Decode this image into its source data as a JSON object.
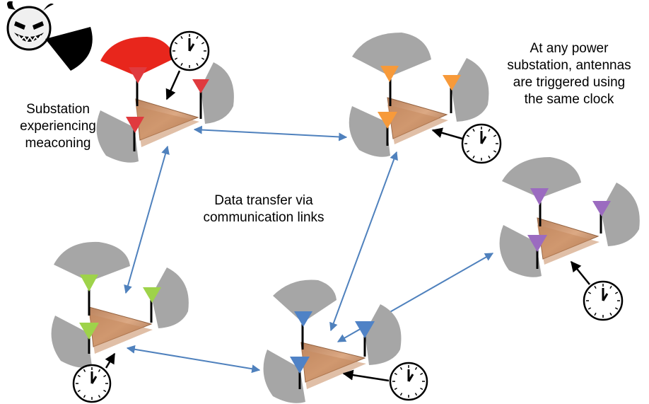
{
  "labels": {
    "meaconing": [
      "Substation",
      "experiencing",
      "meaconing"
    ],
    "clock_note": [
      "At any power",
      "substation, antennas",
      "are triggered using",
      "the same clock"
    ],
    "links": [
      "Data transfer via",
      "communication links"
    ]
  },
  "substations": [
    {
      "id": "red",
      "antenna_color": "#e03a3e",
      "attacked": true
    },
    {
      "id": "orange",
      "antenna_color": "#f79a3a"
    },
    {
      "id": "purple",
      "antenna_color": "#9b6bc0"
    },
    {
      "id": "green",
      "antenna_color": "#9ed34a"
    },
    {
      "id": "blue",
      "antenna_color": "#4f82c6"
    }
  ],
  "colors": {
    "sector": "#a6a6a6",
    "attack_sector": "#e8261c",
    "link": "#4f81bd",
    "platform": "#c68a5e",
    "devil": "#000000"
  },
  "icons": [
    "devil-face-icon",
    "jammer-beam-icon",
    "clock-icon",
    "antenna-icon",
    "link-arrow-icon"
  ]
}
